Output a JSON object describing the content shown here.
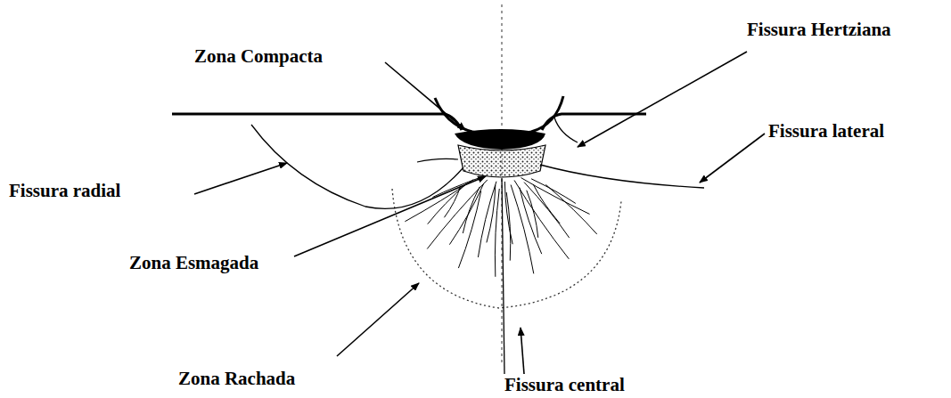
{
  "diagram": {
    "labels": [
      "Zona Compacta",
      "Fissura Hertziana",
      "Fissura lateral",
      "Fissura radial",
      "Zona Esmagada",
      "Zona Rachada",
      "Fissura central"
    ]
  }
}
